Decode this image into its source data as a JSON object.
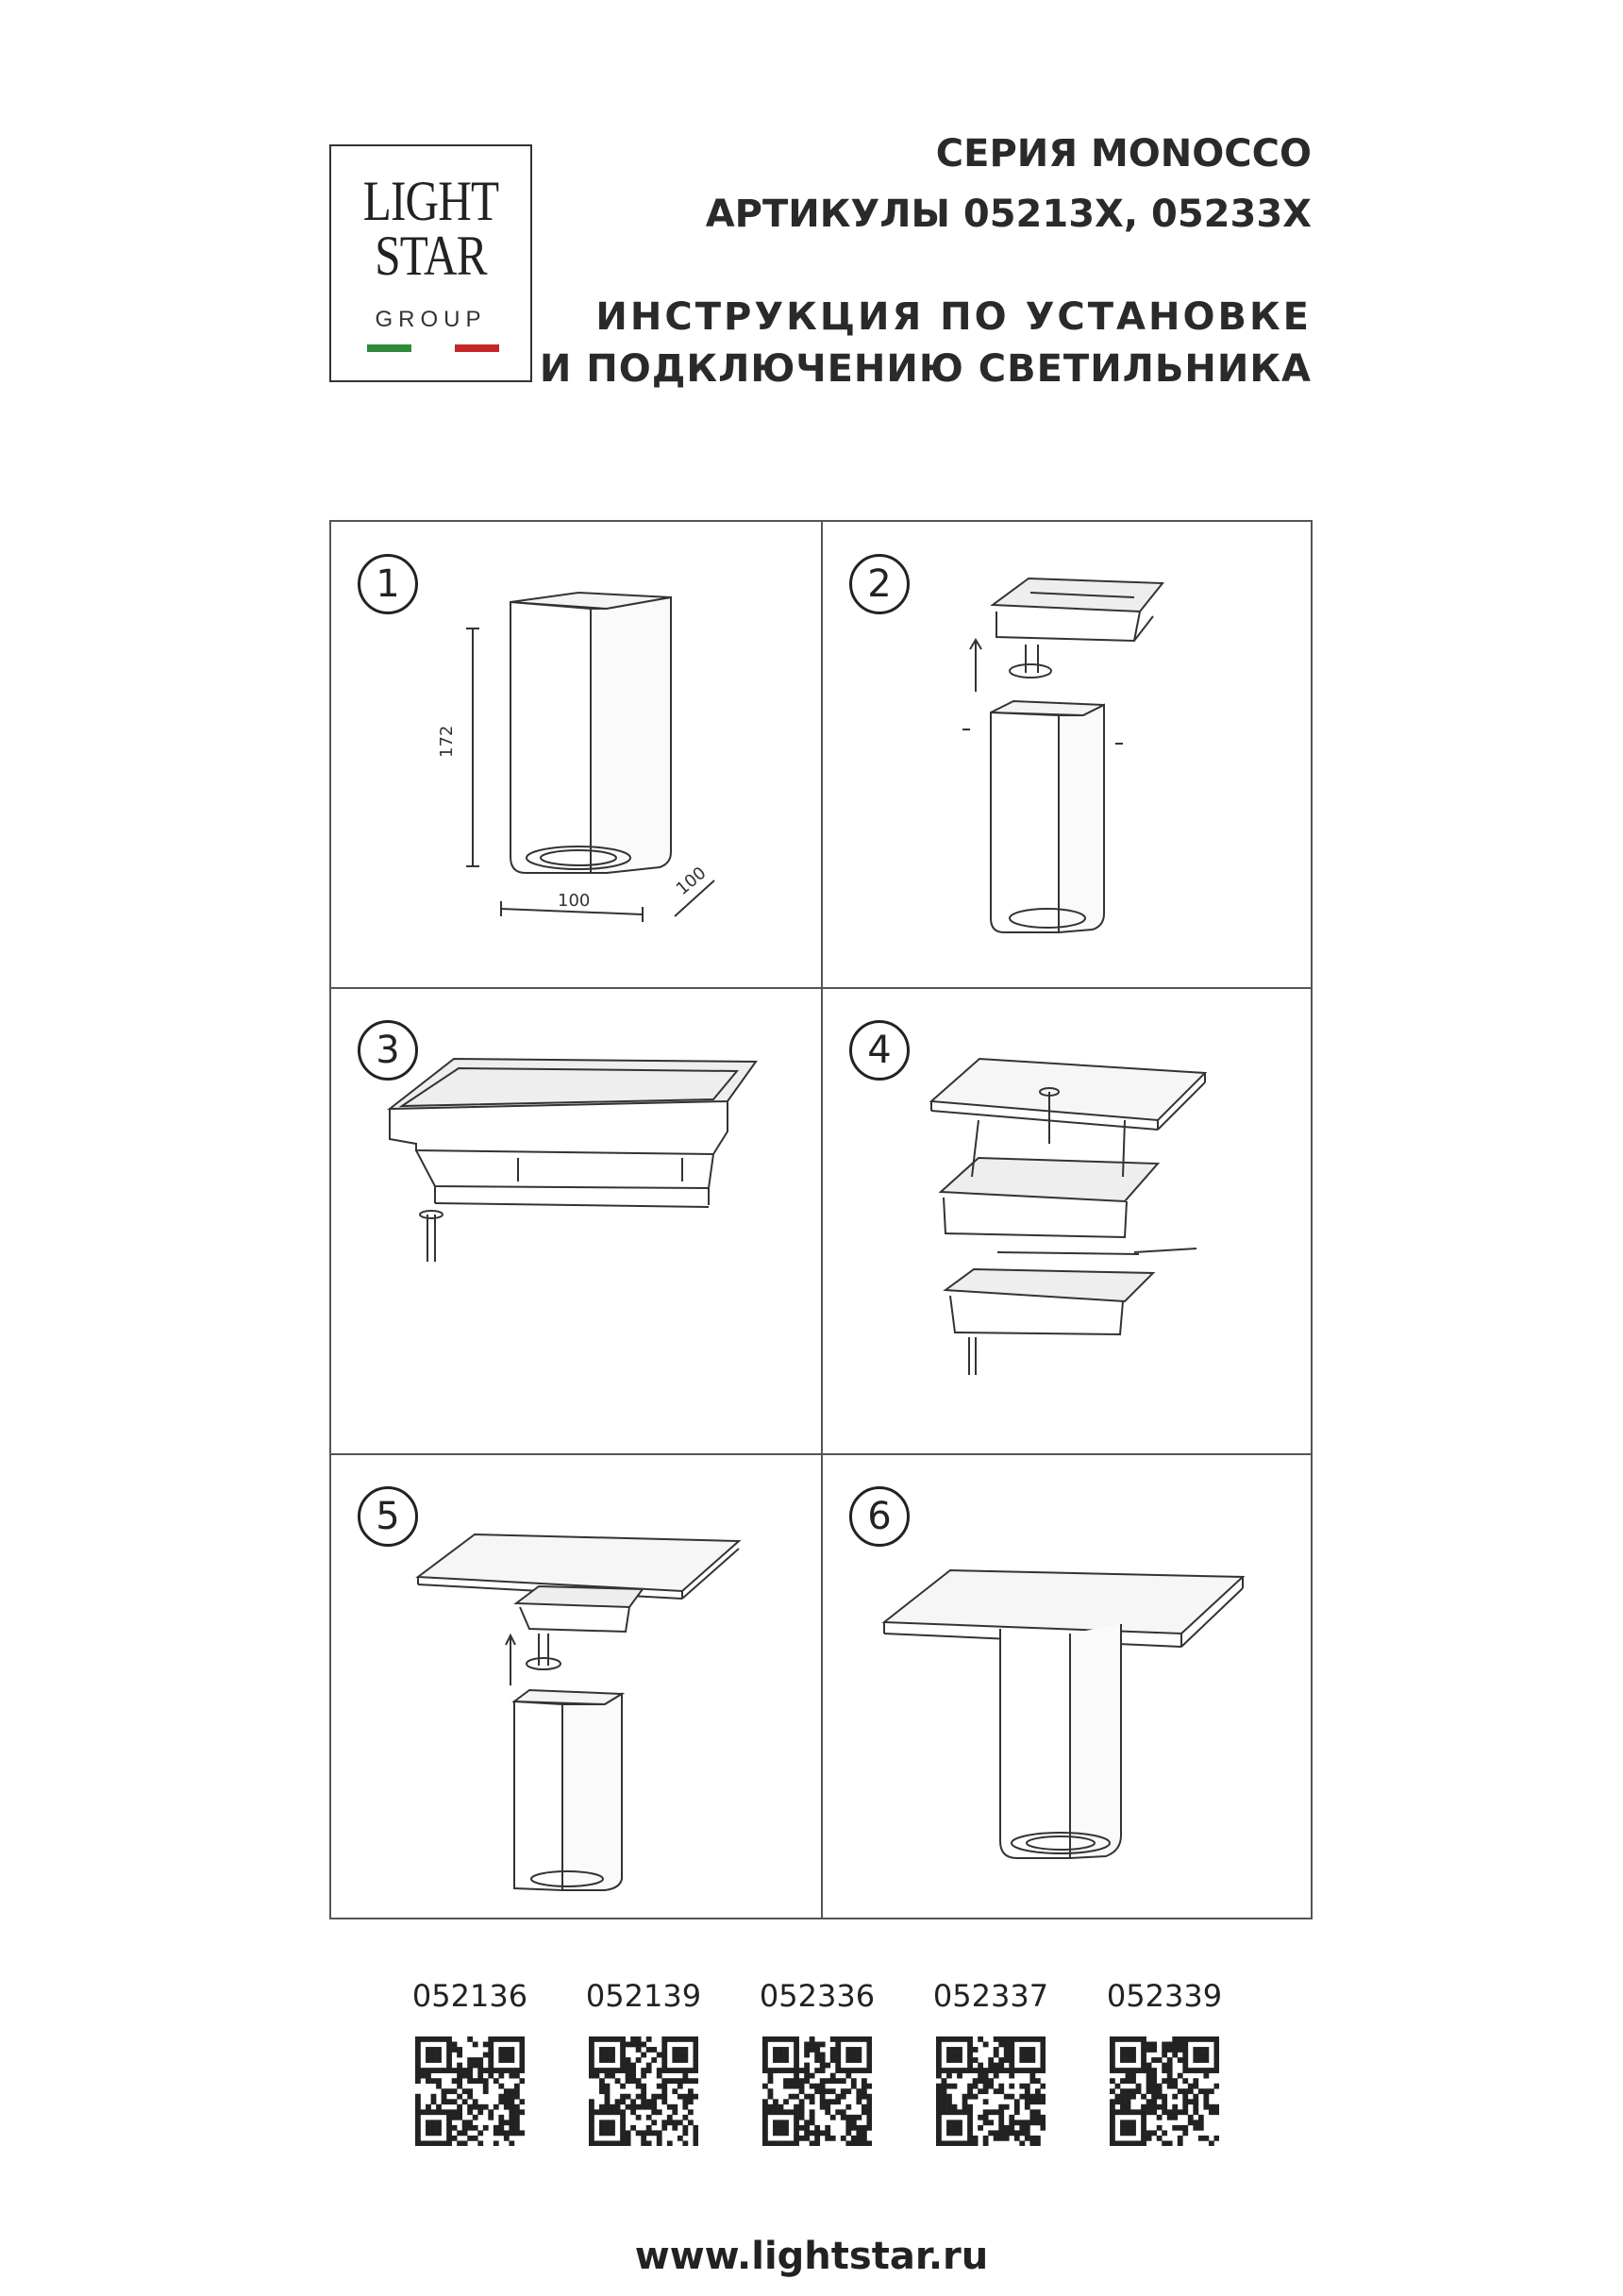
{
  "logo": {
    "line1": "LIGHT",
    "line2": "STAR",
    "line3": "GROUP",
    "flag_colors": [
      "#2e8b3a",
      "#ffffff",
      "#c62828"
    ]
  },
  "header": {
    "series": "СЕРИЯ MONOCCO",
    "articles": "АРТИКУЛЫ 05213X, 05233X",
    "instruction_line1": "ИНСТРУКЦИЯ ПО УСТАНОВКЕ",
    "instruction_line2": "И ПОДКЛЮЧЕНИЮ СВЕТИЛЬНИКА"
  },
  "steps": [
    {
      "number": "1",
      "dim_height": "172",
      "dim_width": "100",
      "dim_depth": "100"
    },
    {
      "number": "2"
    },
    {
      "number": "3"
    },
    {
      "number": "4"
    },
    {
      "number": "5"
    },
    {
      "number": "6"
    }
  ],
  "codes": [
    "052136",
    "052139",
    "052336",
    "052337",
    "052339"
  ],
  "website": "www.lightstar.ru"
}
